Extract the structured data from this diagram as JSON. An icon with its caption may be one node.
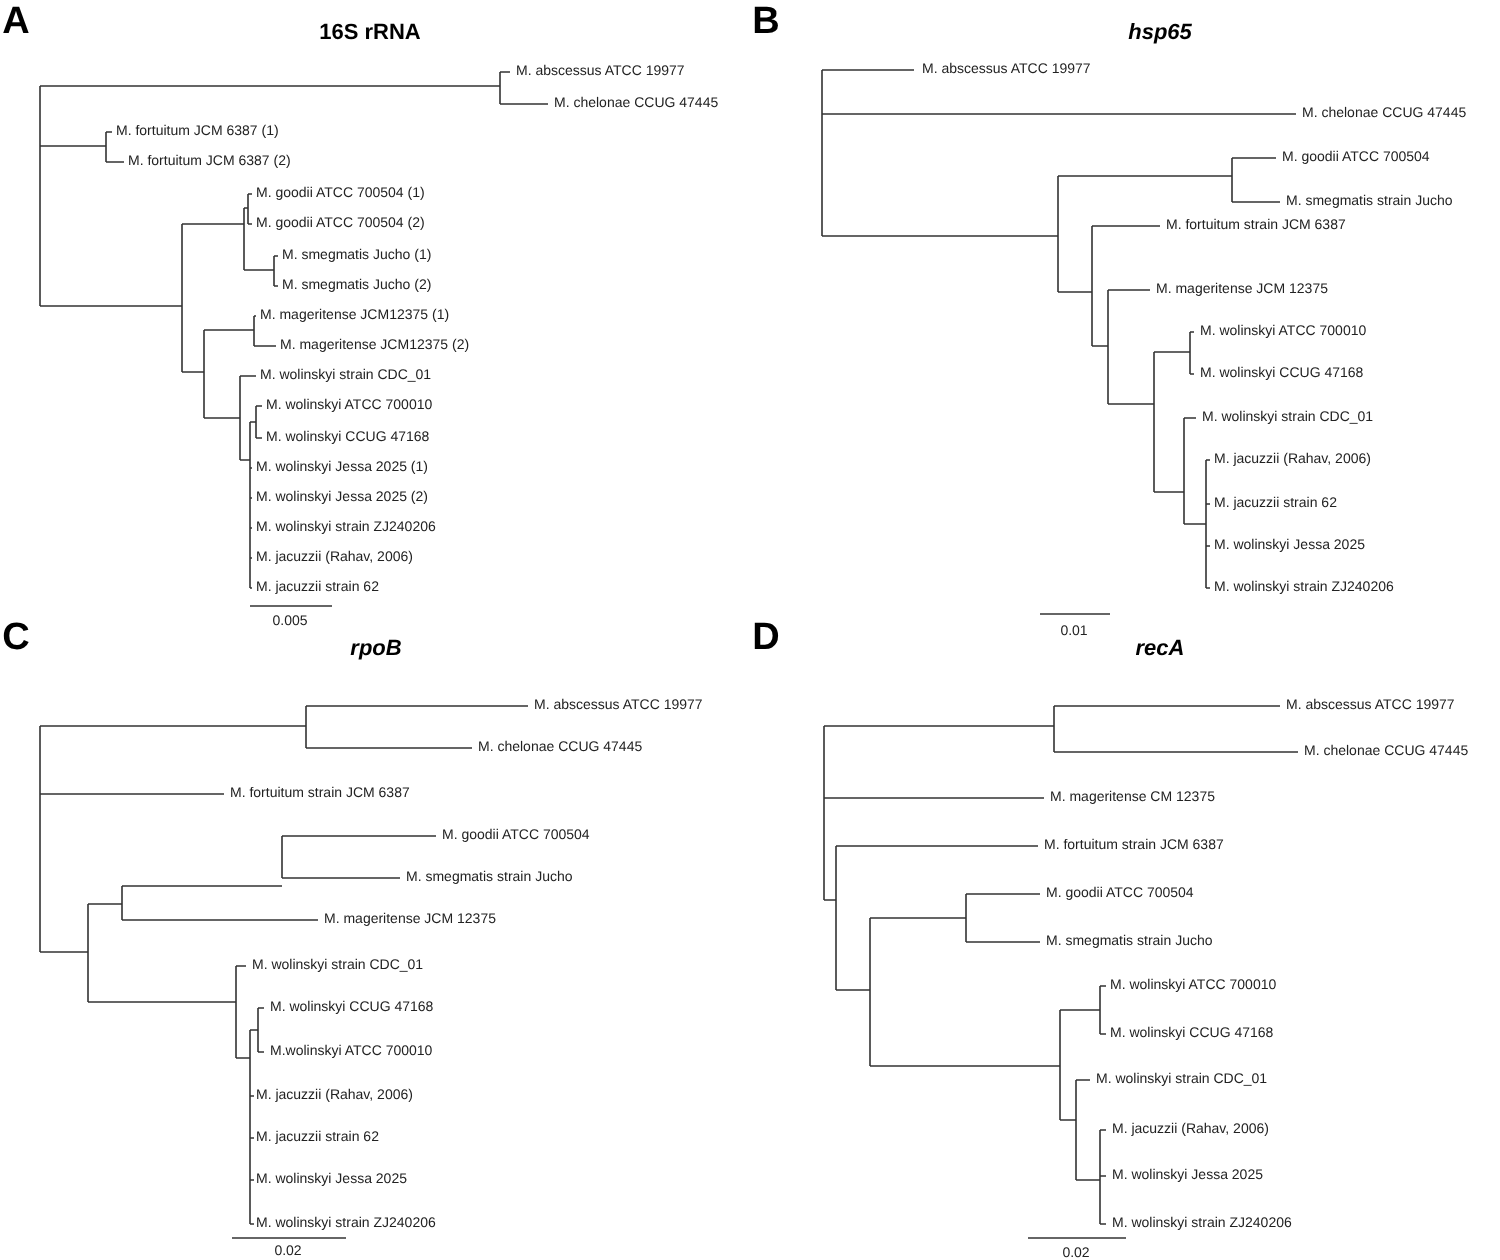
{
  "diagram": {
    "labels": [
      "A",
      "16S rRNA",
      "M. abscessus ATCC 19977",
      "M. chelonae CCUG 47445",
      "M. fortuitum JCM 6387 (1)",
      "M. fortuitum JCM 6387 (2)",
      "M. goodii ATCC 700504 (1)",
      "M. goodii ATCC 700504 (2)",
      "M. smegmatis Jucho (1)",
      "M. smegmatis Jucho (2)",
      "M. mageritense JCM12375 (1)",
      "M. mageritense JCM12375 (2)",
      "M. wolinskyi strain CDC_01",
      "M. wolinskyi ATCC 700010",
      "M. wolinskyi CCUG 47168",
      "M. wolinskyi Jessa 2025 (1)",
      "M. wolinskyi Jessa 2025 (2)",
      "M. wolinskyi strain ZJ240206",
      "M. jacuzzii (Rahav, 2006)",
      "M. jacuzzii strain 62",
      "0.005",
      "B",
      "hsp65",
      "M. abscessus ATCC 19977",
      "M. chelonae CCUG 47445",
      "M. goodii ATCC 700504",
      "M. smegmatis strain Jucho",
      "M. fortuitum strain JCM 6387",
      "M. mageritense JCM 12375",
      "M. wolinskyi ATCC 700010",
      "M. wolinskyi CCUG 47168",
      "M. wolinskyi strain CDC_01",
      "M. jacuzzii (Rahav, 2006)",
      "M. jacuzzii strain 62",
      "M. wolinskyi Jessa 2025",
      "M. wolinskyi strain ZJ240206",
      "0.01",
      "C",
      "rpoB",
      "M. abscessus ATCC 19977",
      "M. chelonae CCUG 47445",
      "M. fortuitum strain JCM 6387",
      "M. goodii ATCC 700504",
      "M. smegmatis strain Jucho",
      "M. mageritense JCM 12375",
      "M. wolinskyi strain CDC_01",
      "M. wolinskyi CCUG 47168",
      "M.wolinskyi ATCC 700010",
      "M. jacuzzii (Rahav, 2006)",
      "M. jacuzzii strain 62",
      "M. wolinskyi Jessa 2025",
      "M. wolinskyi strain ZJ240206",
      "0.02",
      "D",
      "recA",
      "M. abscessus ATCC 19977",
      "M. chelonae CCUG 47445",
      "M. mageritense CM 12375",
      "M. fortuitum strain JCM 6387",
      "M. goodii ATCC 700504",
      "M. smegmatis strain Jucho",
      "M. wolinskyi ATCC 700010",
      "M. wolinskyi CCUG 47168",
      "M. wolinskyi strain CDC_01",
      "M. jacuzzii (Rahav, 2006)",
      "M. wolinskyi Jessa 2025",
      "M. wolinskyi strain ZJ240206",
      "0.02"
    ]
  }
}
